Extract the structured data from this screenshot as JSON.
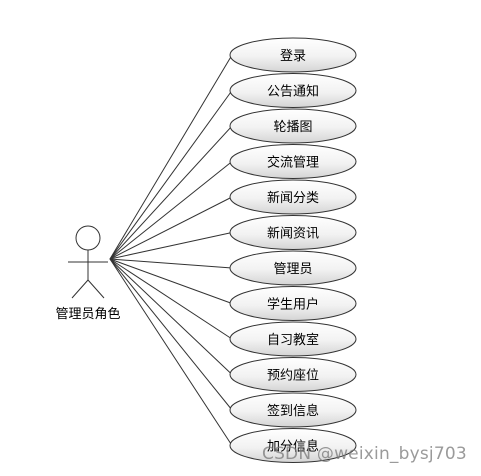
{
  "diagram": {
    "actor": {
      "label": "管理员角色",
      "icon": "stick-figure-icon"
    },
    "use_cases": [
      {
        "label": "登录"
      },
      {
        "label": "公告通知"
      },
      {
        "label": "轮播图"
      },
      {
        "label": "交流管理"
      },
      {
        "label": "新闻分类"
      },
      {
        "label": "新闻资讯"
      },
      {
        "label": "管理员"
      },
      {
        "label": "学生用户"
      },
      {
        "label": "自习教室"
      },
      {
        "label": "预约座位"
      },
      {
        "label": "签到信息"
      },
      {
        "label": "加分信息"
      }
    ],
    "colors": {
      "line": "#333333",
      "ellipse_fill_light": "#ffffff",
      "ellipse_fill_dark": "#d9d9d9"
    }
  },
  "watermark": {
    "text": "CSDN @weixin_bysj703"
  }
}
